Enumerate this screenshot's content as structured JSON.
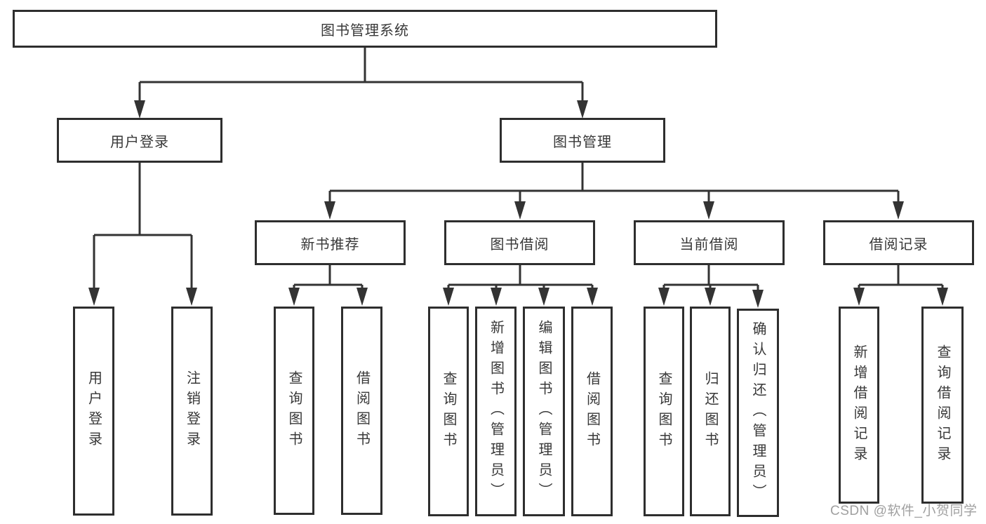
{
  "title": "图书管理系统",
  "watermark": "CSDN @软件_小贺同学",
  "colors": {
    "line": "#333333",
    "border": "#2e2e2e",
    "text": "#383838",
    "background": "#ffffff",
    "watermark": "#969696"
  },
  "tree": {
    "root": {
      "label": "图书管理系统"
    },
    "branches": [
      {
        "label": "用户登录",
        "children": [
          {
            "label": "用户登录"
          },
          {
            "label": "注销登录"
          }
        ]
      },
      {
        "label": "图书管理",
        "children": [
          {
            "label": "新书推荐",
            "children": [
              {
                "label": "查询图书"
              },
              {
                "label": "借阅图书"
              }
            ]
          },
          {
            "label": "图书借阅",
            "children": [
              {
                "label": "查询图书"
              },
              {
                "label": "新增图书（管理员）"
              },
              {
                "label": "编辑图书（管理员）"
              },
              {
                "label": "借阅图书"
              }
            ]
          },
          {
            "label": "当前借阅",
            "children": [
              {
                "label": "查询图书"
              },
              {
                "label": "归还图书"
              },
              {
                "label": "确认归还（管理员）"
              }
            ]
          },
          {
            "label": "借阅记录",
            "children": [
              {
                "label": "新增借阅记录"
              },
              {
                "label": "查询借阅记录"
              }
            ]
          }
        ]
      }
    ]
  }
}
